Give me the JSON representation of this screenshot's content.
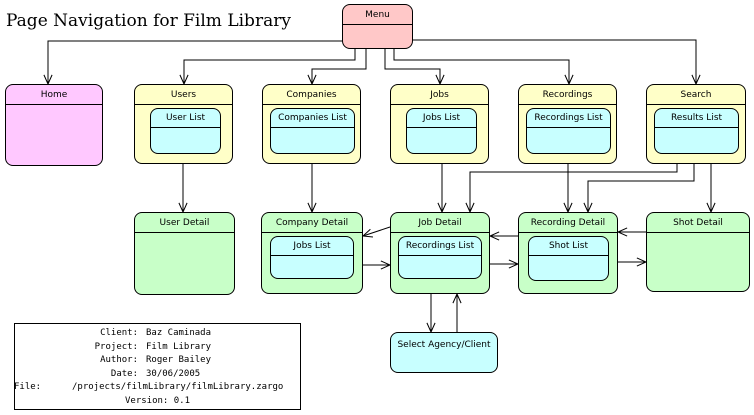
{
  "title": "Page Navigation for Film Library",
  "nodes": {
    "menu": "Menu",
    "home": "Home",
    "users": "Users",
    "user_list": "User List",
    "companies": "Companies",
    "companies_list": "Companies List",
    "jobs": "Jobs",
    "jobs_list": "Jobs List",
    "recordings": "Recordings",
    "recordings_list": "Recordings List",
    "search": "Search",
    "results_list": "Results List",
    "user_detail": "User Detail",
    "company_detail": "Company Detail",
    "company_jobs_list": "Jobs List",
    "job_detail": "Job Detail",
    "job_recordings_list": "Recordings List",
    "recording_detail": "Recording Detail",
    "shot_list": "Shot List",
    "shot_detail": "Shot Detail",
    "select_agency": "Select Agency/Client"
  },
  "colors": {
    "menu": "#ffc8c8",
    "home": "#ffc8ff",
    "list_page": "#ffffc8",
    "detail_page": "#c8ffc8",
    "sub_list": "#c8ffff",
    "dialog": "#c8ffff"
  },
  "info": {
    "client_label": "Client:",
    "client": "Baz Caminada",
    "project_label": "Project:",
    "project": "Film Library",
    "author_label": "Author:",
    "author": "Roger Bailey",
    "date_label": "Date:",
    "date": "30/06/2005",
    "file_label": "File:",
    "file": "/projects/filmLibrary/filmLibrary.zargo",
    "version": "Version: 0.1"
  }
}
